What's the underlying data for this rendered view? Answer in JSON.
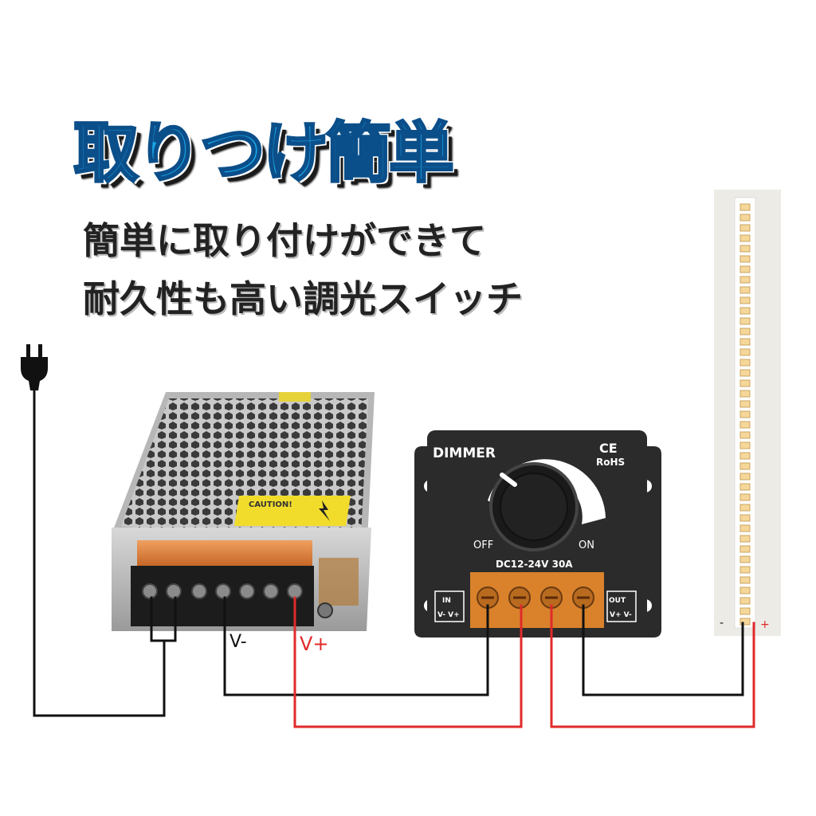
{
  "headline": "取りつけ簡単",
  "description_line1": "簡単に取り付けができて",
  "description_line2": "耐久性も高い調光スイッチ",
  "power_supply": {
    "caution_label": "CAUTION!",
    "vminus_label": "V-",
    "vplus_label": "V+"
  },
  "dimmer": {
    "brand_label": "DIMMER",
    "ce_mark": "CE",
    "rohs_mark": "RoHS",
    "off_label": "OFF",
    "on_label": "ON",
    "rating_label": "DC12-24V  30A",
    "in_label": "IN",
    "in_terminals": "V- V+",
    "out_label": "OUT",
    "out_terminals": "V+ V-"
  },
  "led_strip": {
    "minus_label": "-",
    "plus_label": "+"
  },
  "colors": {
    "title_fill": "#1aa8e8",
    "wire_black": "#111111",
    "wire_red": "#e02a2a",
    "dimmer_body": "#2b2b2b",
    "terminal_orange": "#d9822b"
  }
}
